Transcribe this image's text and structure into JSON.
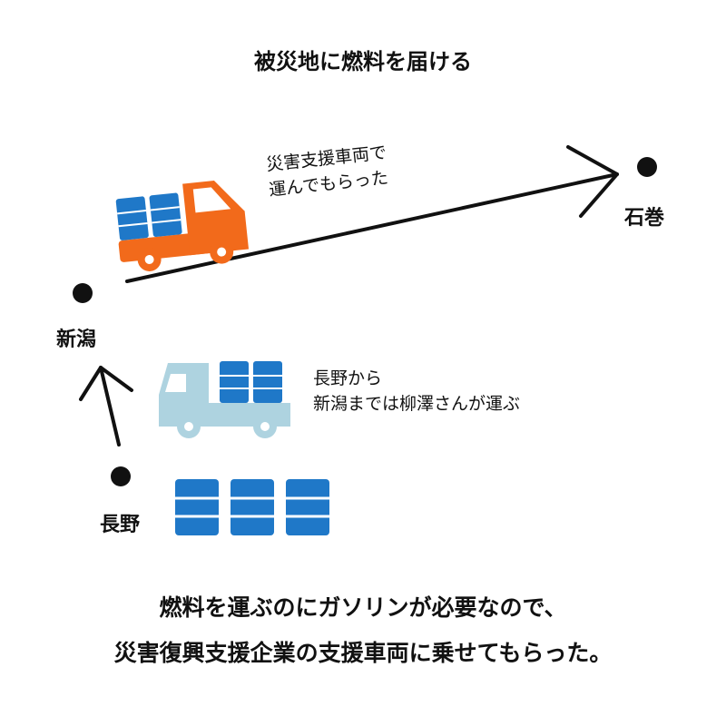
{
  "title": "被災地に燃料を届ける",
  "cities": {
    "ishinomaki": "石巻",
    "niigata": "新潟",
    "nagano": "長野"
  },
  "routes": {
    "niigata_to_ishinomaki": [
      "災害支援車両で",
      "運んでもらった"
    ],
    "nagano_to_niigata": [
      "長野から",
      "新潟までは柳澤さんが運ぶ"
    ]
  },
  "caption": [
    "燃料を運ぶのにガソリンが必要なので、",
    "災害復興支援企業の支援車両に乗せてもらった。"
  ],
  "colors": {
    "orange_truck": "#f26a1b",
    "blue_truck": "#aed3e0",
    "drum": "#1f78c8",
    "ink": "#111111"
  }
}
